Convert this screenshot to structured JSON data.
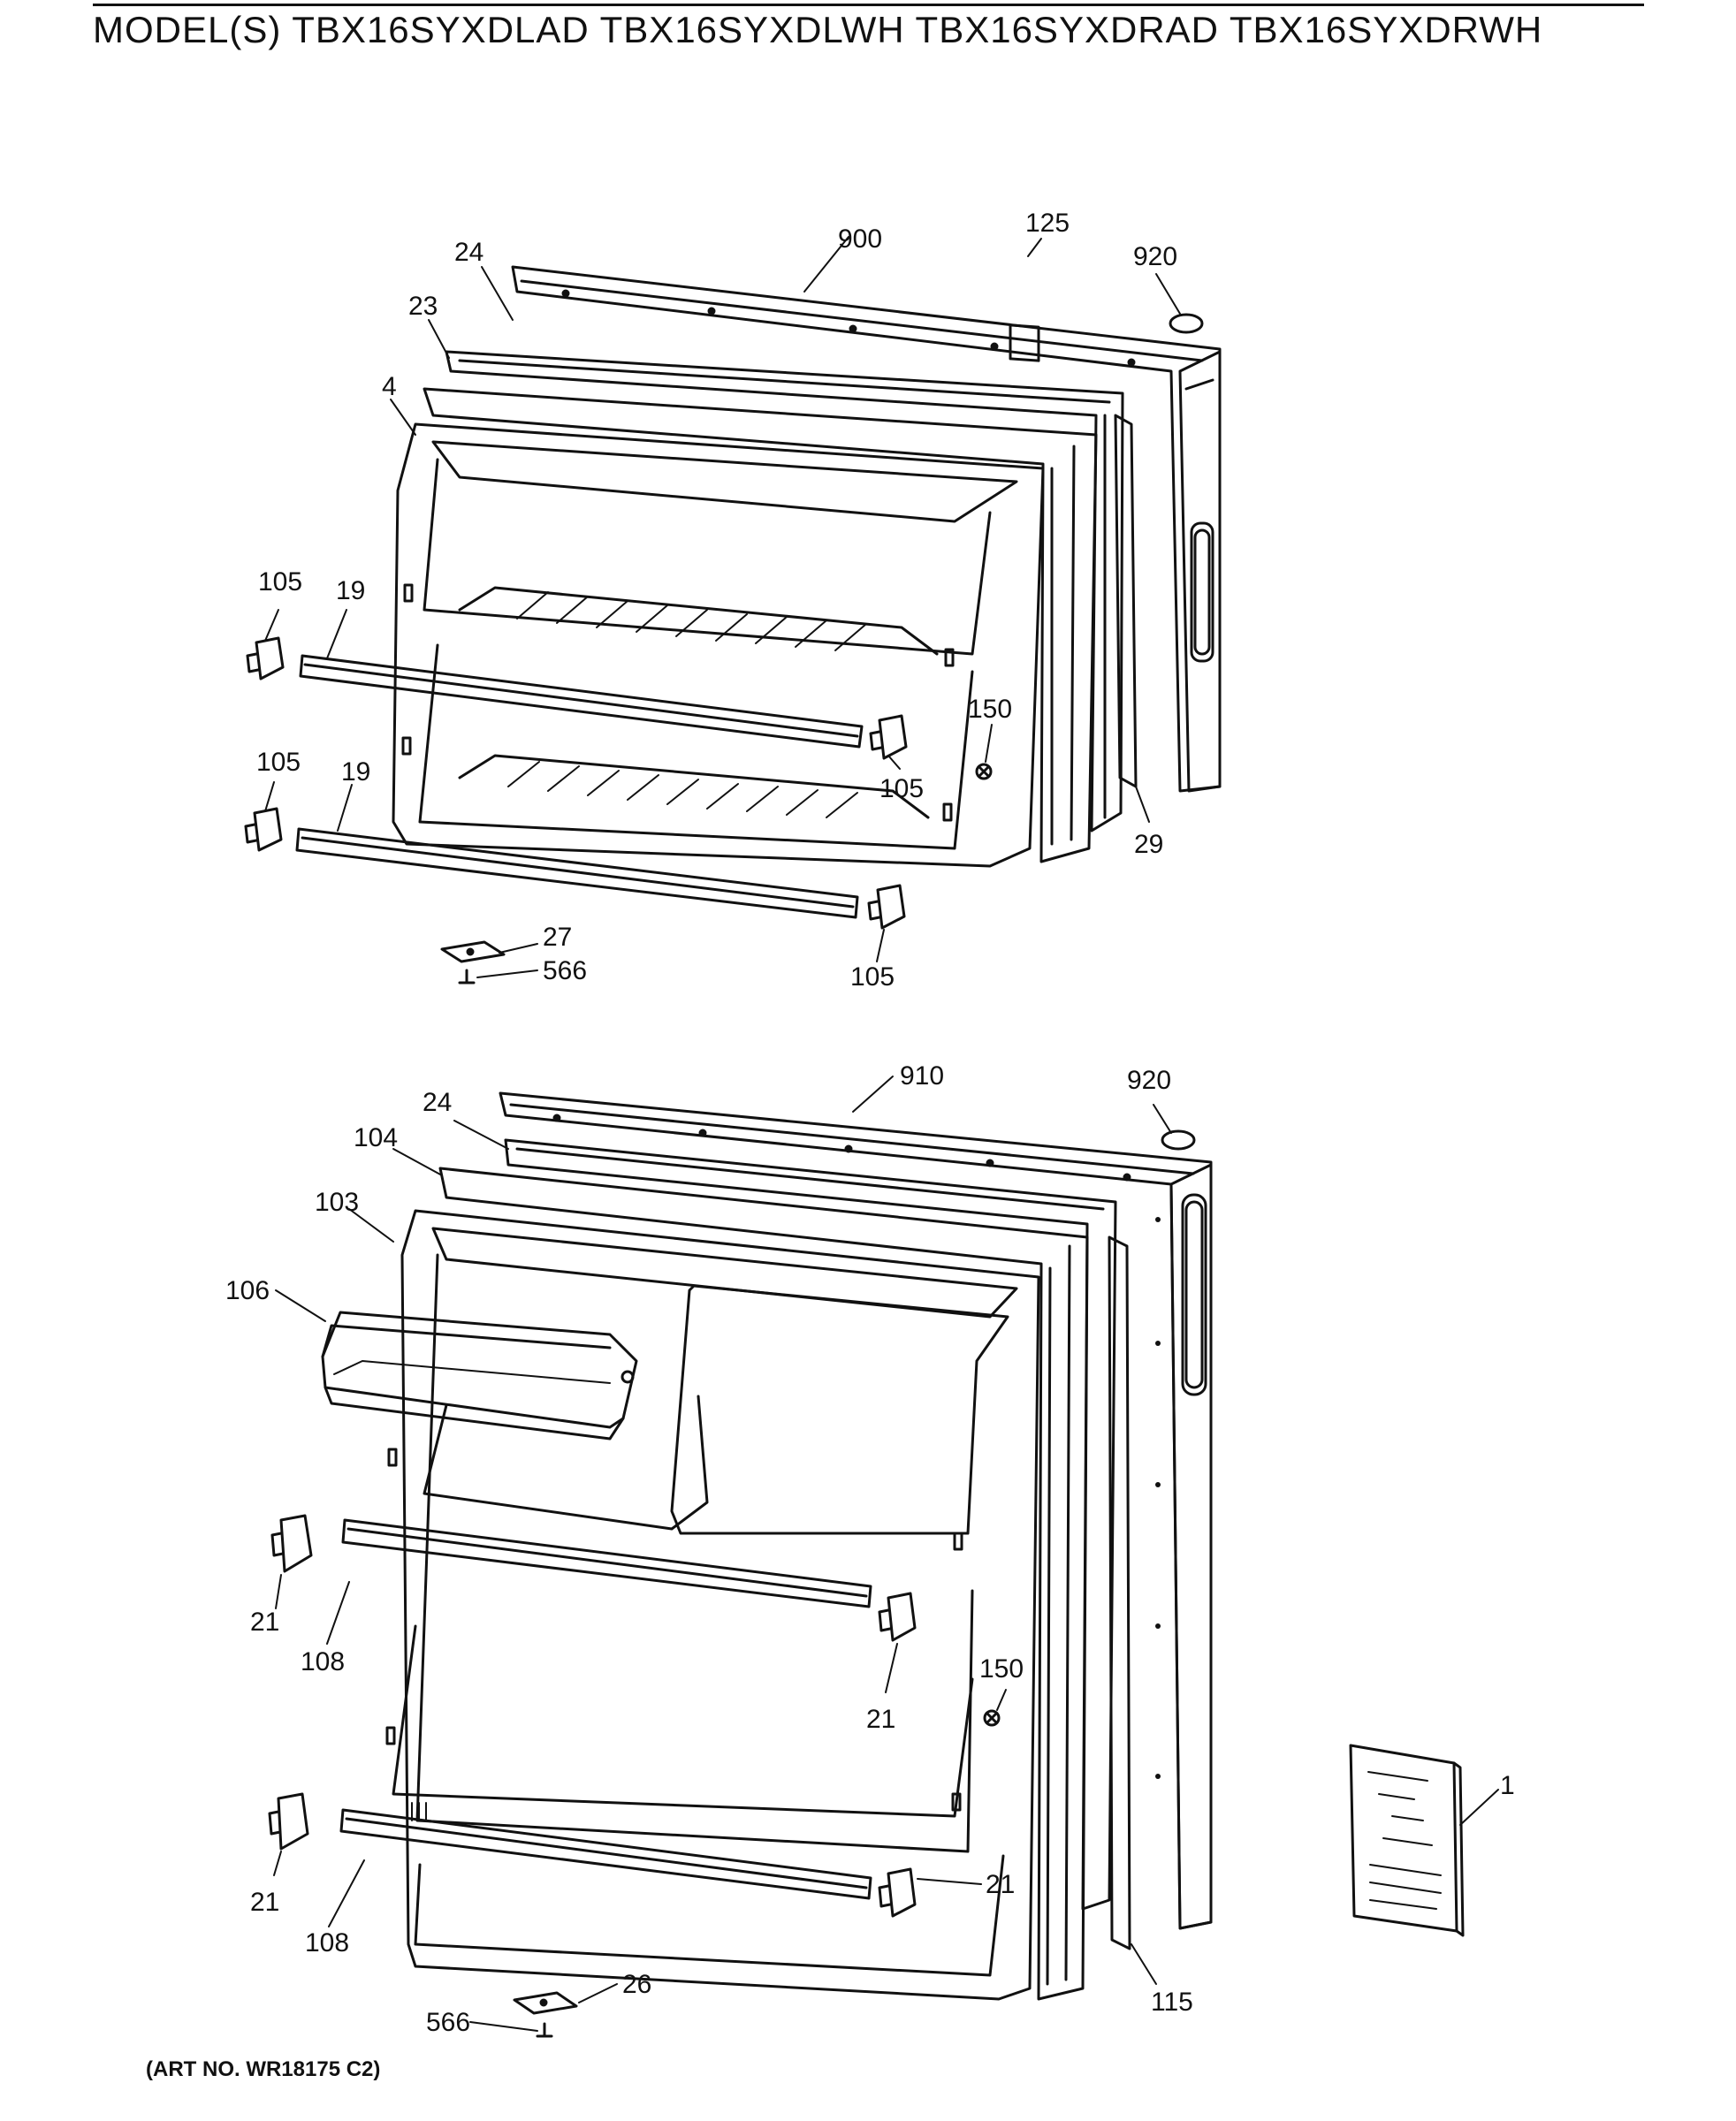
{
  "header": {
    "title": "MODEL(S) TBX16SYXDLAD  TBX16SYXDLWH  TBX16SYXDRAD  TBX16SYXDRWH"
  },
  "footer": {
    "art_number": "(ART NO. WR18175 C2)"
  },
  "freezer_door_callouts": {
    "frame_900": "900",
    "square_125": "125",
    "plug_920": "920",
    "gasket_24": "24",
    "outer_23": "23",
    "liner_4": "4",
    "cap_105_upper_left": "105",
    "shelf_19_upper": "19",
    "cap_105_upper_right": "105",
    "screw_150": "150",
    "strip_29": "29",
    "cap_105_lower_left": "105",
    "shelf_19_lower": "19",
    "cap_105_lower_right": "105",
    "hinge_27": "27",
    "screw_566": "566"
  },
  "fresh_food_door_callouts": {
    "frame_910": "910",
    "plug_920": "920",
    "gasket_24": "24",
    "outer_104": "104",
    "liner_103": "103",
    "bin_106": "106",
    "cap_21_upper_left": "21",
    "shelf_108_upper": "108",
    "cap_21_upper_right": "21",
    "screw_150": "150",
    "cap_21_lower_left": "21",
    "shelf_108_lower": "108",
    "cap_21_lower_right": "21",
    "strip_115": "115",
    "hinge_26": "26",
    "screw_566": "566",
    "booklet_1": "1"
  }
}
